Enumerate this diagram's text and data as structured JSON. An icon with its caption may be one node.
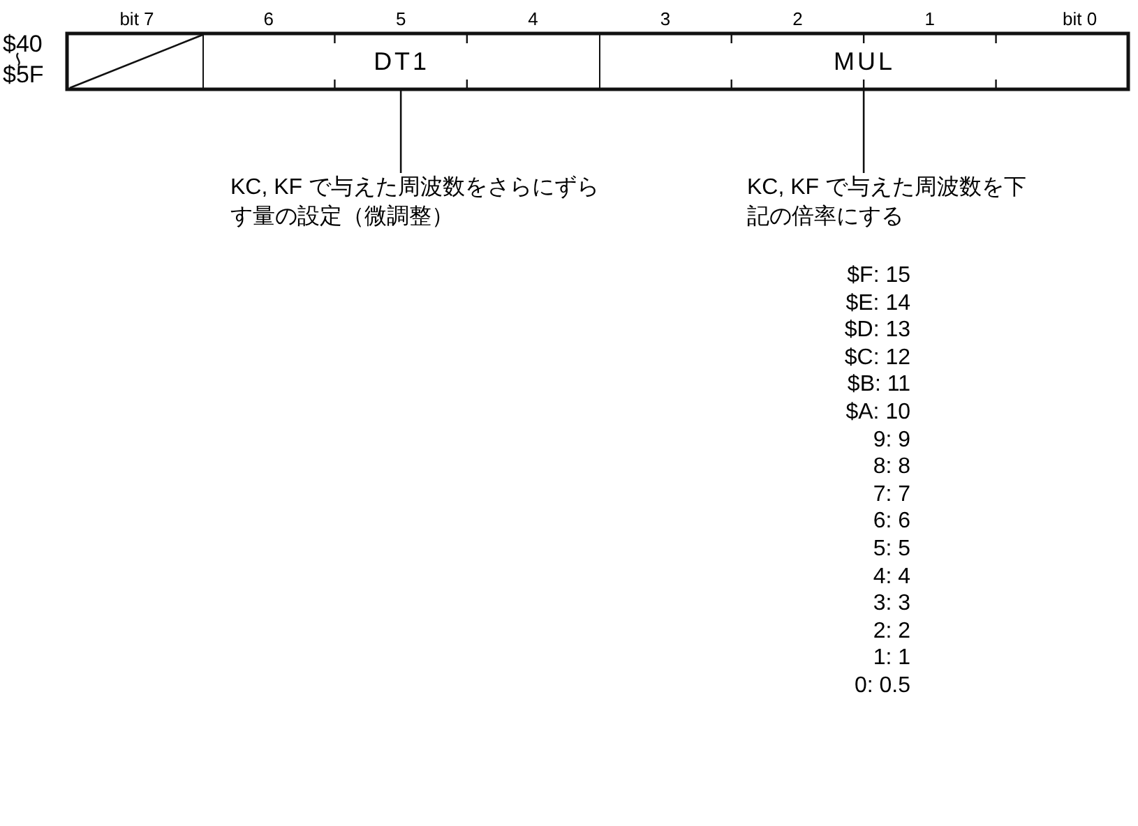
{
  "diagram": {
    "nodes": [
      {
        "text": [],
        "shape": "box"
      },
      {
        "text": [
          "DT1"
        ]
      },
      {
        "text": [
          "MUL"
        ]
      },
      {
        "text": [
          "KC, KF で与えた周波数をさらにずらす量の設定（微調整）"
        ]
      },
      {
        "text": [
          "KC, KF で与えた周波数を下記の倍率にする"
        ]
      }
    ],
    "edges": [
      {
        "from": 1,
        "to": 3,
        "arrow": "none"
      },
      {
        "from": 2,
        "to": 4,
        "arrow": "none"
      }
    ],
    "labels": [
      "bit 7",
      "6",
      "5",
      "4",
      "3",
      "2",
      "1",
      "bit 0",
      "$40",
      "$5F",
      "$F: 15",
      "$E: 14",
      "$D: 13",
      "$C: 12",
      "$B: 11",
      "$A: 10",
      "9: 9",
      "8: 8",
      "7: 7",
      "6: 6",
      "5: 5",
      "4: 4",
      "3: 3",
      "2: 2",
      "1: 1",
      "0: 0.5"
    ]
  }
}
